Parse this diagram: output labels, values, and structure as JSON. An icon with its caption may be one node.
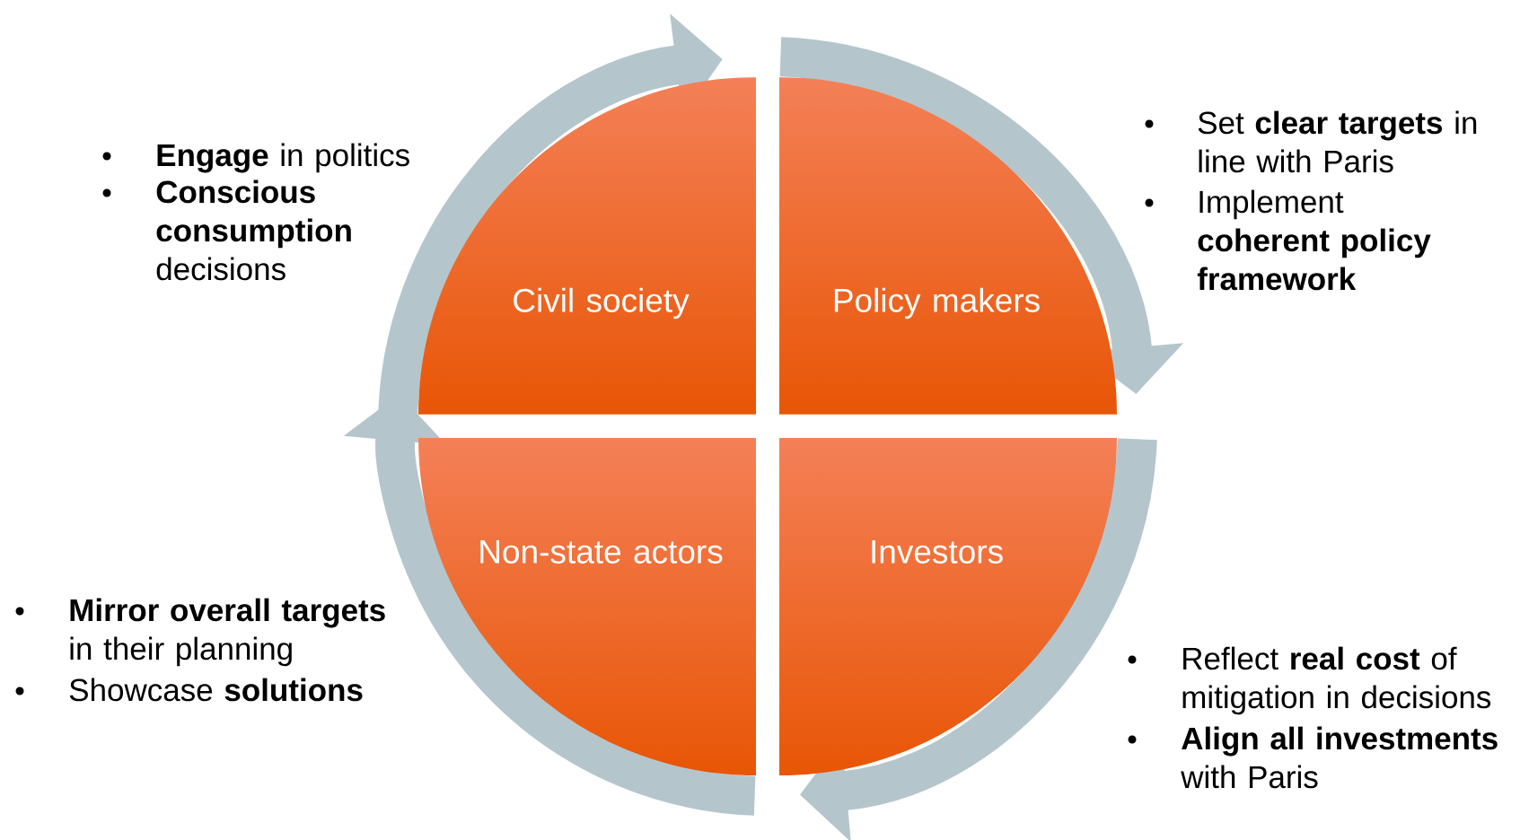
{
  "diagram": {
    "nodes": [
      {
        "text": [
          "Civil society"
        ],
        "beside": [
          "**Engage** in politics",
          "**Conscious consumption** decisions"
        ]
      },
      {
        "text": [
          "Policy makers"
        ],
        "beside": [
          "Set **clear targets** in line with Paris",
          "Implement **coherent policy framework**"
        ]
      },
      {
        "text": [
          "Non-state actors"
        ],
        "beside": [
          "**Mirror overall targets** in their planning",
          "Showcase **solutions**"
        ]
      },
      {
        "text": [
          "Investors"
        ],
        "beside": [
          "Reflect **real cost** of mitigation in decisions",
          "**Align all investments** with Paris"
        ]
      }
    ]
  }
}
